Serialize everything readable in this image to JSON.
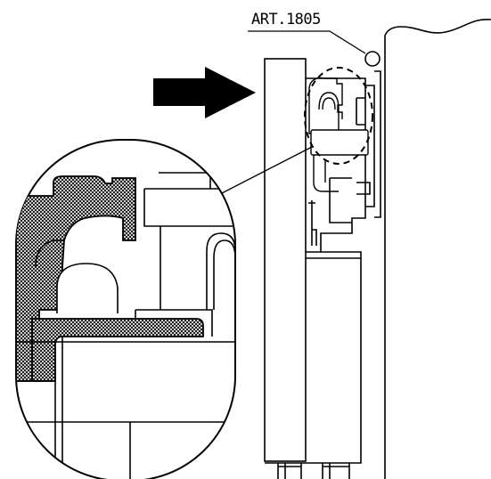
{
  "diagram": {
    "callout_label": "ART.1805",
    "colors": {
      "line": "#000000",
      "background": "#ffffff",
      "hatch": "#000000"
    },
    "parts": [
      "direction-arrow",
      "door-frame-profile",
      "wall-panel",
      "gasket-profile",
      "detail-magnifier",
      "leader-line"
    ]
  }
}
